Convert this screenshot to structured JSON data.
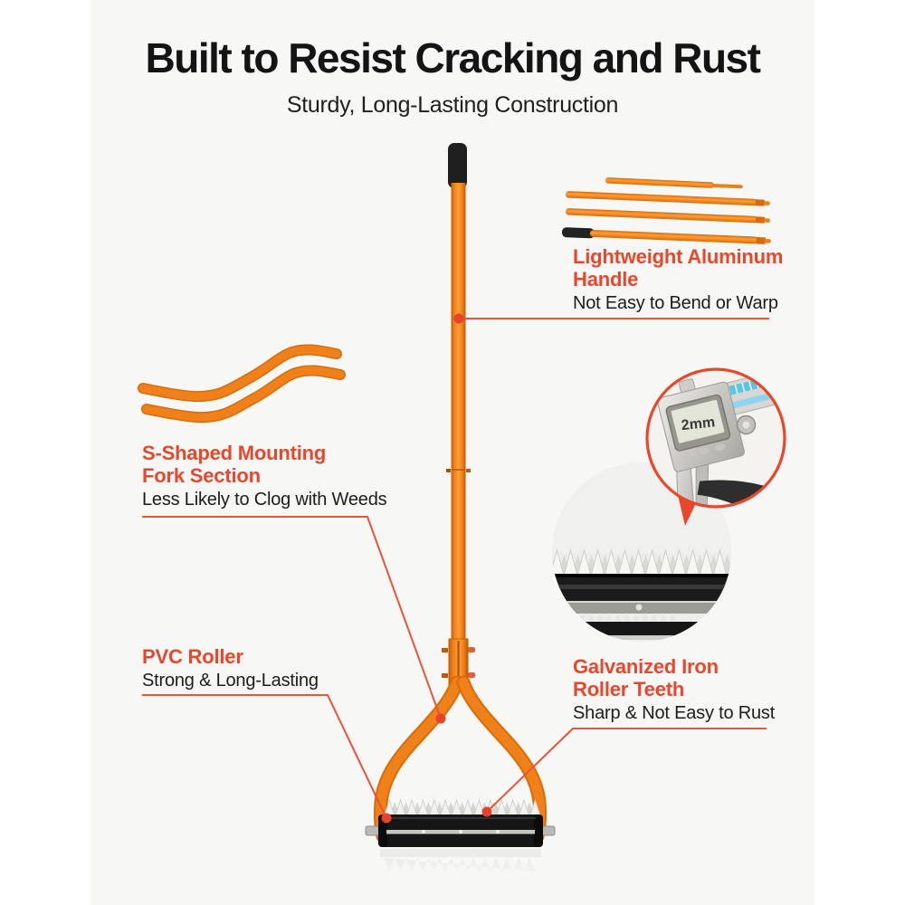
{
  "title": "Built to Resist Cracking and Rust",
  "subtitle": "Sturdy, Long-Lasting Construction",
  "callouts": {
    "aluminum_handle": {
      "heading": "Lightweight Aluminum Handle",
      "body": "Not Easy to Bend or Warp"
    },
    "mounting_fork": {
      "heading": "S-Shaped Mounting Fork Section",
      "body": "Less Likely to Clog with Weeds"
    },
    "pvc_roller": {
      "heading": "PVC Roller",
      "body": "Strong & Long-Lasting"
    },
    "roller_teeth": {
      "heading": "Galvanized Iron Roller Teeth",
      "body": "Sharp & Not Easy to Rust"
    }
  },
  "insets": {
    "caliper_reading": "2mm"
  },
  "colors": {
    "accent_heading": "#E8472B",
    "leader_line": "#E8533A",
    "callout_dot": "#E8432A",
    "tool_orange": "#F5831C",
    "tool_orange_dark": "#D96A06",
    "panel_background": "#F7F7F6",
    "page_background": "#FFFFFF",
    "text_black": "#1C1C1C"
  }
}
